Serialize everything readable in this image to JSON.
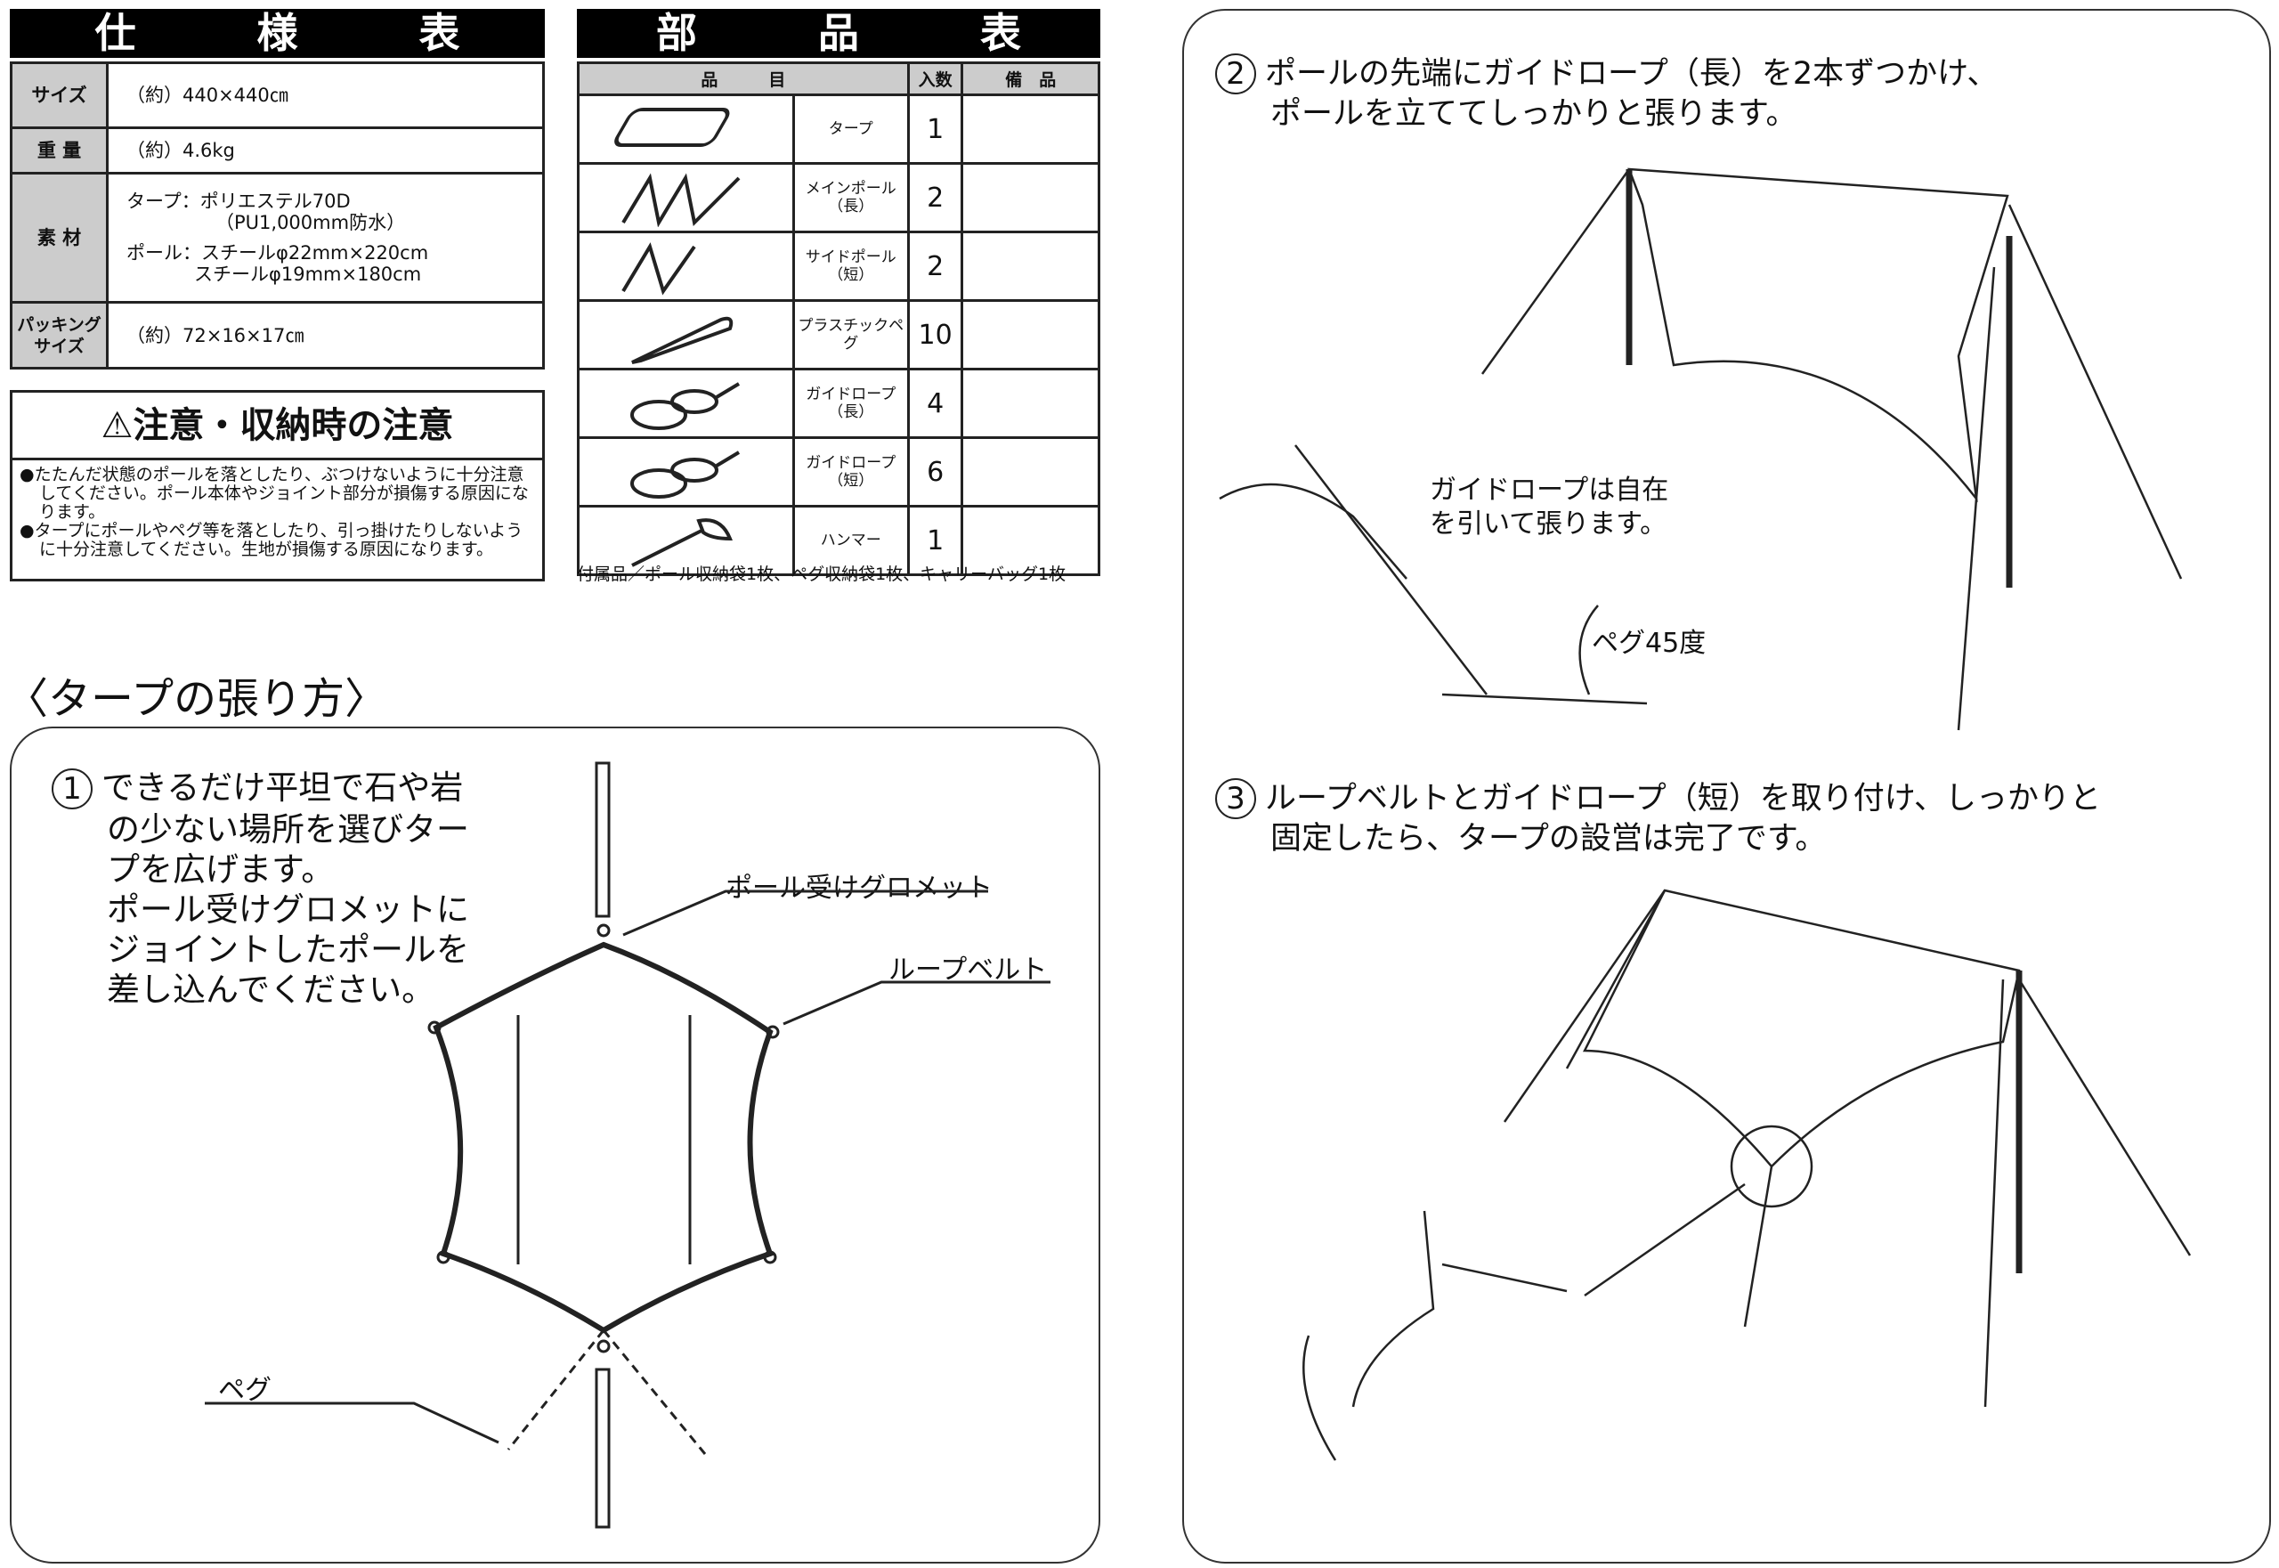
{
  "spec": {
    "title": "仕 様 表",
    "rows": [
      {
        "label": "サイズ",
        "value": "（約）440×440㎝"
      },
      {
        "label": "重 量",
        "value": "（約）4.6kg"
      },
      {
        "label": "素 材",
        "lines": [
          "タープ：ポリエステル70D",
          "（PU1,000mm防水）",
          "ポール：スチールφ22mm×220cm",
          "スチールφ19mm×180cm"
        ]
      },
      {
        "label": "パッキング サイズ",
        "value": "（約）72×16×17㎝"
      }
    ]
  },
  "caution": {
    "title": "注意・収納時の注意",
    "items": [
      "●たたんだ状態のポールを落としたり、ぶつけないように十分注意してください。ポール本体やジョイント部分が損傷する原因になります。",
      "●タープにポールやペグ等を落としたり、引っ掛けたりしないように十分注意してください。生地が損傷する原因になります。"
    ]
  },
  "parts": {
    "title": "部 品 表",
    "headers": [
      "品　　　目",
      "入数",
      "備　品"
    ],
    "rows": [
      {
        "name": "タープ",
        "qty": "1",
        "icon": "tarp-bag-icon"
      },
      {
        "name": "メインポール（長）",
        "qty": "2",
        "icon": "main-pole-icon"
      },
      {
        "name": "サイドポール（短）",
        "qty": "2",
        "icon": "side-pole-icon"
      },
      {
        "name": "プラスチックペグ",
        "qty": "10",
        "icon": "peg-icon"
      },
      {
        "name": "ガイドロープ（長）",
        "qty": "4",
        "icon": "rope-icon"
      },
      {
        "name": "ガイドロープ（短）",
        "qty": "6",
        "icon": "rope-icon"
      },
      {
        "name": "ハンマー",
        "qty": "1",
        "icon": "hammer-icon"
      }
    ],
    "footnote": "付属品／ポール収納袋1枚、ペグ収納袋1枚、キャリーバッグ1枚"
  },
  "howto": {
    "heading": "〈タープの張り方〉",
    "step1": {
      "num": "1",
      "lines": [
        "できるだけ平坦で石や岩",
        "の少ない場所を選びター",
        "プを広げます。",
        "ポール受けグロメットに",
        "ジョイントしたポールを",
        "差し込んでください。"
      ],
      "labels": {
        "grommet": "ポール受けグロメット",
        "loop": "ループベルト",
        "peg": "ペグ"
      }
    },
    "step2": {
      "num": "2",
      "lines": [
        "ポールの先端にガイドロープ（長）を2本ずつかけ、",
        "ポールを立ててしっかりと張ります。"
      ],
      "labels": {
        "rope": "ガイドロープは自在",
        "rope2": "を引いて張ります。",
        "angle": "ペグ45度"
      }
    },
    "step3": {
      "num": "3",
      "lines": [
        "ループベルトとガイドロープ（短）を取り付け、しっかりと",
        "固定したら、タープの設営は完了です。"
      ]
    }
  }
}
